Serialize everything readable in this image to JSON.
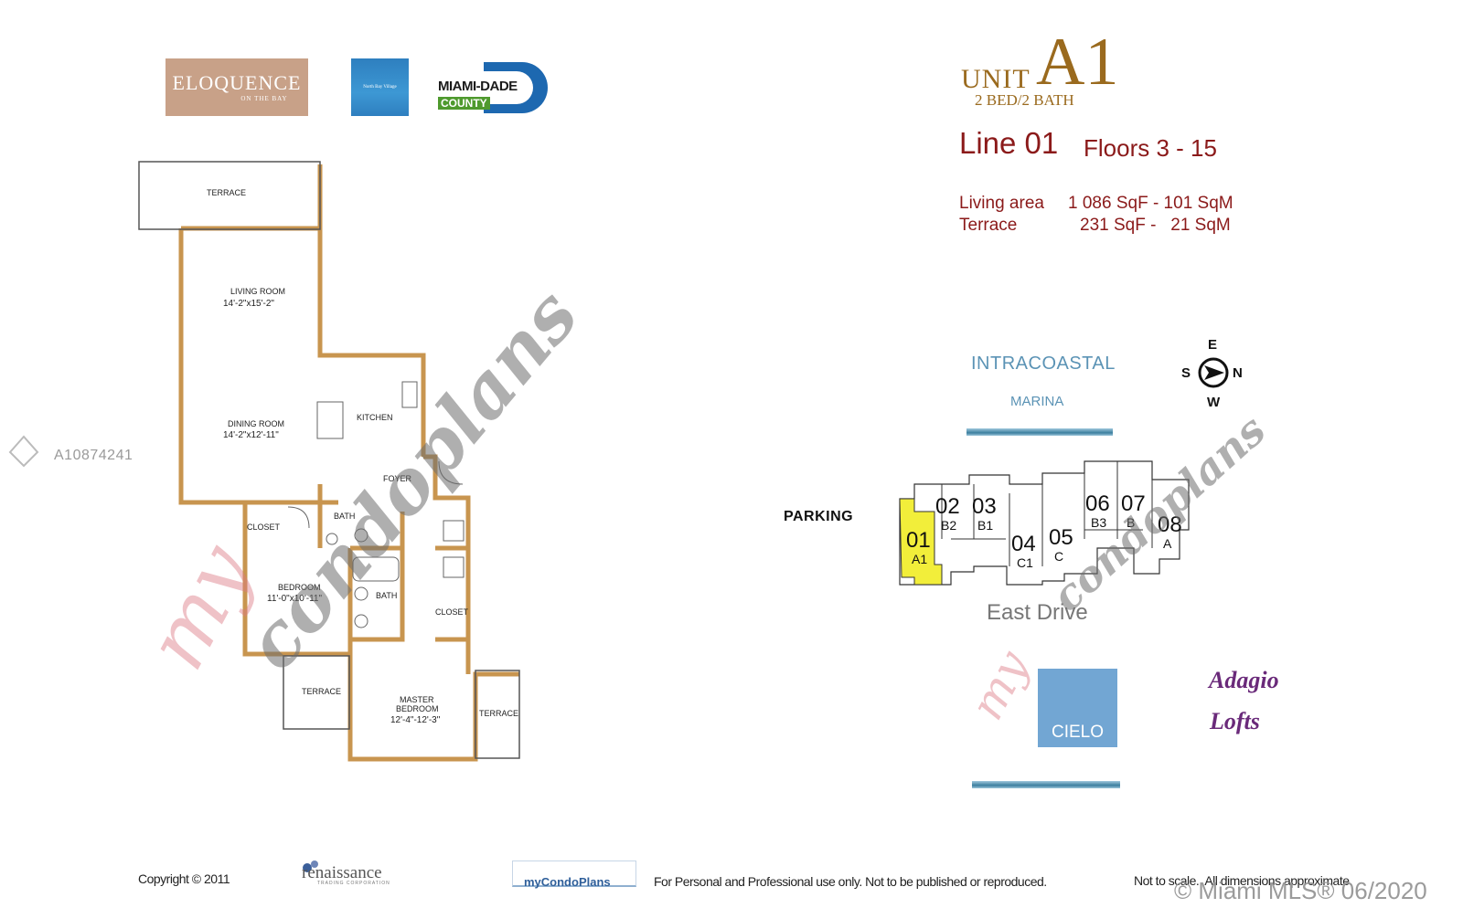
{
  "header_logos": {
    "eloquence_main": "ELOQUENCE",
    "eloquence_sub": "ON THE BAY",
    "nbv_caption": "North Bay Village",
    "miamidade_top": "MIAMI-DADE",
    "miamidade_bottom": "COUNTY"
  },
  "unit": {
    "unit_word": "UNIT",
    "unit_code": "A1",
    "bed_bath": "2 BED/2 BATH",
    "line_label": "Line 01",
    "floors_label": "Floors 3 - 15",
    "living_area_label": "Living area",
    "living_area_value": "1 086 SqF - 101 SqM",
    "terrace_label": "Terrace",
    "terrace_value": "231 SqF -   21 SqM"
  },
  "floorplan": {
    "rooms": {
      "terrace_top": "TERRACE",
      "living_room": "LIVING ROOM",
      "living_room_dim": "14'-2\"x15'-2\"",
      "dining_room": "DINING ROOM",
      "dining_room_dim": "14'-2\"x12'-11\"",
      "kitchen": "KITCHEN",
      "foyer": "FOYER",
      "closet_left": "CLOSET",
      "bath_upper": "BATH",
      "bath_lower": "BATH",
      "bedroom": "BEDROOM",
      "bedroom_dim": "11'-0\"x10'-11\"",
      "closet_right": "CLOSET",
      "terrace_bottom_left": "TERRACE",
      "master_bedroom_line1": "MASTER",
      "master_bedroom_line2": "BEDROOM",
      "master_bedroom_dim": "12'-4\"-12'-3\"",
      "terrace_bottom_right": "TERRACE"
    },
    "wall_color": "#c8954f"
  },
  "site_plan": {
    "intracoastal": "INTRACOASTAL",
    "marina": "MARINA",
    "parking": "PARKING",
    "east_drive": "East Drive",
    "cielo": "CIELO",
    "adagio": "Adagio",
    "lofts": "Lofts",
    "compass": {
      "north": "N",
      "south": "S",
      "east": "E",
      "west": "W"
    },
    "units": [
      {
        "num": "01",
        "type": "A1",
        "highlighted": true
      },
      {
        "num": "02",
        "type": "B2",
        "highlighted": false
      },
      {
        "num": "03",
        "type": "B1",
        "highlighted": false
      },
      {
        "num": "04",
        "type": "C1",
        "highlighted": false
      },
      {
        "num": "05",
        "type": "C",
        "highlighted": false
      },
      {
        "num": "06",
        "type": "B3",
        "highlighted": false
      },
      {
        "num": "07",
        "type": "B",
        "highlighted": false
      },
      {
        "num": "08",
        "type": "A",
        "highlighted": false
      }
    ],
    "highlight_color": "#f2ee3a",
    "cielo_color": "#72a6d3",
    "water_color": "#3d7f9f"
  },
  "watermark": {
    "text_my": "my",
    "text_main": "condoplans",
    "mls_id": "A10874241"
  },
  "footer": {
    "copyright": "Copyright © 2011",
    "renaissance": "renaissance",
    "renaissance_sub": "TRADING CORPORATION",
    "mycondoplans": "myCondoPlans",
    "disclaimer": "For Personal and Professional use only.  Not to be published or reproduced.",
    "scale_note": "Not to scale.  All dimensions approximate.",
    "mls_credit": "© Miami MLS® 06/2020"
  }
}
